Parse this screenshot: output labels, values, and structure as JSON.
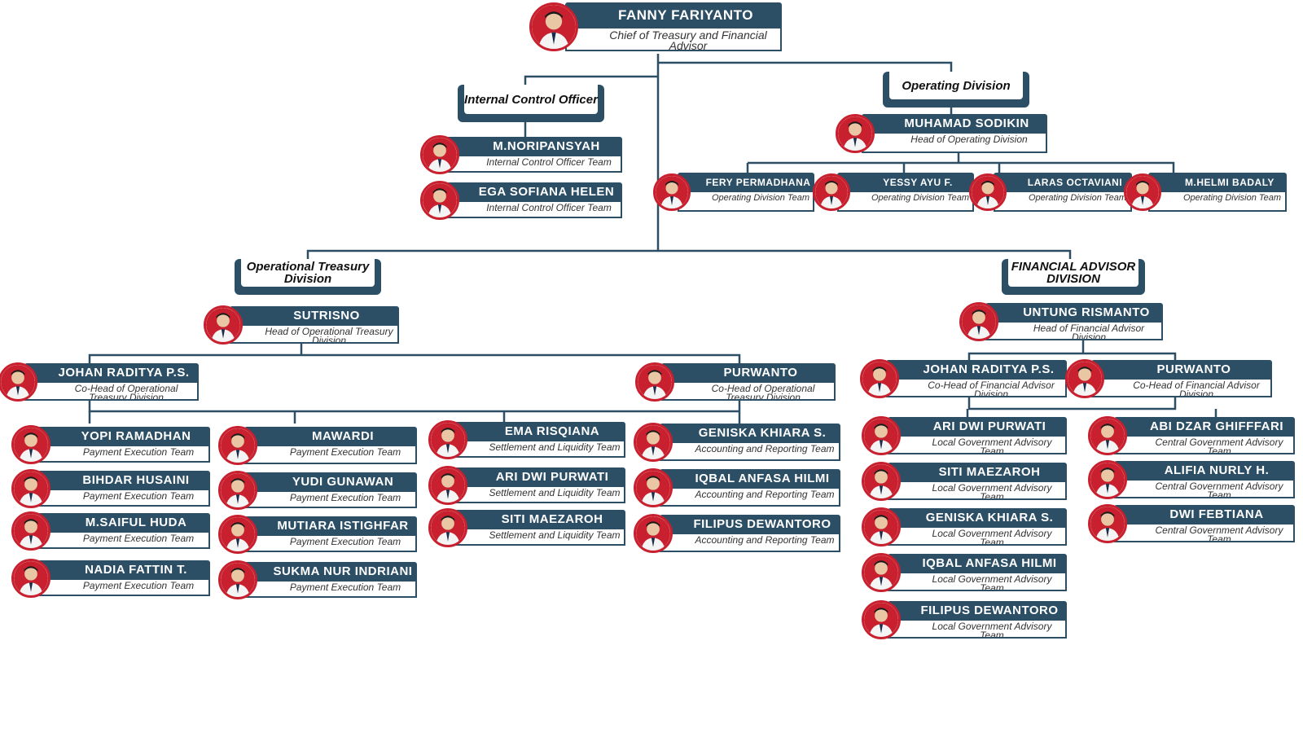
{
  "divisions": {
    "internal_control": "Internal Control Officer",
    "operating": "Operating Division",
    "operational_treasury": "Operational Treasury Division",
    "financial_advisor": "FINANCIAL ADVISOR DIVISION"
  },
  "people": [
    {
      "id": "fanny",
      "name": "FANNY FARIYANTO",
      "role": "Chief of Treasury and Financial Advisor"
    },
    {
      "id": "noripansyah",
      "name": "M.NORIPANSYAH",
      "role": "Internal Control Officer Team"
    },
    {
      "id": "ega",
      "name": "EGA SOFIANA HELEN",
      "role": "Internal Control Officer Team"
    },
    {
      "id": "sodikin",
      "name": "MUHAMAD SODIKIN",
      "role": "Head of Operating Division"
    },
    {
      "id": "fery",
      "name": "FERY PERMADHANA",
      "role": "Operating Division Team"
    },
    {
      "id": "yessy",
      "name": "YESSY AYU F.",
      "role": "Operating Division Team"
    },
    {
      "id": "laras",
      "name": "LARAS OCTAVIANI",
      "role": "Operating Division Team"
    },
    {
      "id": "helmi",
      "name": "M.HELMI BADALY",
      "role": "Operating Division Team"
    },
    {
      "id": "sutrisno",
      "name": "SUTRISNO",
      "role": "Head of Operational Treasury Division"
    },
    {
      "id": "untung",
      "name": "UNTUNG RISMANTO",
      "role": "Head of Financial Advisor Division"
    },
    {
      "id": "johan_ot",
      "name": "JOHAN RADITYA P.S.",
      "role": "Co-Head of Operational Treasury Division"
    },
    {
      "id": "purwanto_ot",
      "name": "PURWANTO",
      "role": "Co-Head of Operational Treasury Division"
    },
    {
      "id": "johan_fa",
      "name": "JOHAN RADITYA P.S.",
      "role": "Co-Head of Financial Advisor Division"
    },
    {
      "id": "purwanto_fa",
      "name": "PURWANTO",
      "role": "Co-Head of Financial Advisor Division"
    },
    {
      "id": "yopi",
      "name": "YOPI RAMADHAN",
      "role": "Payment Execution Team"
    },
    {
      "id": "bihdar",
      "name": "BIHDAR HUSAINI",
      "role": "Payment Execution Team"
    },
    {
      "id": "saiful",
      "name": "M.SAIFUL HUDA",
      "role": "Payment Execution Team"
    },
    {
      "id": "nadia",
      "name": "NADIA FATTIN T.",
      "role": "Payment Execution Team"
    },
    {
      "id": "mawardi",
      "name": "MAWARDI",
      "role": "Payment Execution Team"
    },
    {
      "id": "yudi",
      "name": "YUDI GUNAWAN",
      "role": "Payment Execution Team"
    },
    {
      "id": "mutiara",
      "name": "MUTIARA ISTIGHFAR",
      "role": "Payment Execution Team"
    },
    {
      "id": "sukma",
      "name": "SUKMA NUR INDRIANI",
      "role": "Payment Execution Team"
    },
    {
      "id": "ema",
      "name": "EMA RISQIANA",
      "role": "Settlement and Liquidity Team"
    },
    {
      "id": "ari_sl",
      "name": "ARI DWI PURWATI",
      "role": "Settlement and Liquidity Team"
    },
    {
      "id": "siti_sl",
      "name": "SITI MAEZAROH",
      "role": "Settlement and Liquidity Team"
    },
    {
      "id": "geniska_ar",
      "name": "GENISKA KHIARA S.",
      "role": "Accounting and Reporting Team"
    },
    {
      "id": "iqbal_ar",
      "name": "IQBAL ANFASA HILMI",
      "role": "Accounting and Reporting Team"
    },
    {
      "id": "filipus_ar",
      "name": "FILIPUS DEWANTORO",
      "role": "Accounting and Reporting Team"
    },
    {
      "id": "ari_lg",
      "name": "ARI DWI PURWATI",
      "role": "Local Government Advisory Team"
    },
    {
      "id": "siti_lg",
      "name": "SITI MAEZAROH",
      "role": "Local Government Advisory Team"
    },
    {
      "id": "geniska_lg",
      "name": "GENISKA KHIARA S.",
      "role": "Local Government Advisory Team"
    },
    {
      "id": "iqbal_lg",
      "name": "IQBAL ANFASA HILMI",
      "role": "Local Government Advisory Team"
    },
    {
      "id": "filipus_lg",
      "name": "FILIPUS DEWANTORO",
      "role": "Local Government Advisory Team"
    },
    {
      "id": "abi",
      "name": "ABI DZAR GHIFFFARI",
      "role": "Central Government Advisory Team"
    },
    {
      "id": "alifia",
      "name": "ALIFIA NURLY H.",
      "role": "Central Government Advisory Team"
    },
    {
      "id": "dwi",
      "name": "DWI FEBTIANA",
      "role": "Central Government Advisory Team"
    }
  ],
  "colors": {
    "card": "#2c4f66",
    "accent": "#c8202e",
    "line": "#2c4f66"
  }
}
